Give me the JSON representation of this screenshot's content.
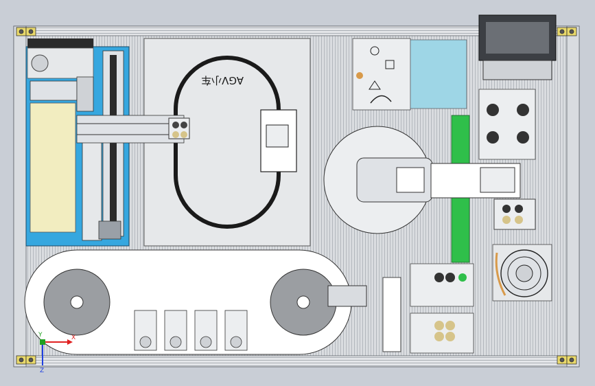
{
  "drawing": {
    "background": "#c9ced6",
    "frame_color": "#8a8f96",
    "rail_color": "#dcdfe3",
    "plate_color": "#e6e8ea",
    "pcb_color": "#36a7df",
    "screen_color": "#3c3f44",
    "green_belt_color": "#2fbf4a",
    "panel_teal_color": "#9ed6e6"
  },
  "track_label": "AGV小车",
  "axes": {
    "x_label": "X",
    "y_label": "Y",
    "z_label": "Z",
    "x_color": "#e02020",
    "y_color": "#20a020",
    "z_color": "#2040e0"
  },
  "icons": [
    "circle-symbol",
    "square-symbol",
    "triangle-symbol",
    "wave-symbol"
  ]
}
